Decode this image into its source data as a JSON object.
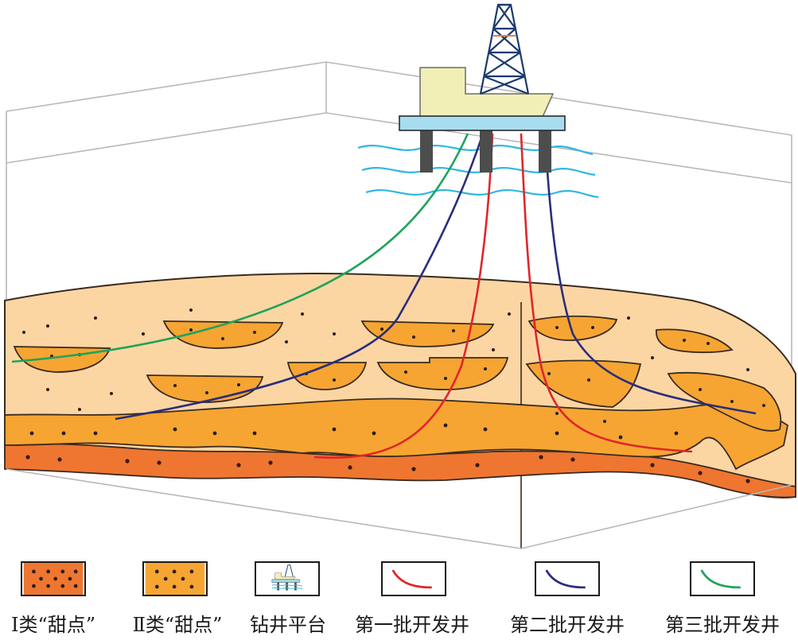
{
  "legend": {
    "items": [
      {
        "id": "class1",
        "label": "Ⅰ类“甜点”",
        "color": "#ee7630"
      },
      {
        "id": "class2",
        "label": "Ⅱ类“甜点”",
        "color": "#f6a532"
      },
      {
        "id": "platform",
        "label": "钻井平台",
        "icon": "drilling-platform-icon"
      },
      {
        "id": "well1",
        "label": "第一批开发井",
        "color": "#e0262a"
      },
      {
        "id": "well2",
        "label": "第二批开发井",
        "color": "#2b2d7c"
      },
      {
        "id": "well3",
        "label": "第三批开发井",
        "color": "#1fa35a"
      }
    ]
  },
  "colors": {
    "host_rock": "#fbd6a3",
    "class2_sweet_spot": "#f6a532",
    "class1_sweet_spot": "#ee7630",
    "water_waves": "#2fb7e0",
    "platform_deck": "#a8dcef",
    "platform_hull": "#f2efb6",
    "box_outline": "#b8b8b8"
  }
}
